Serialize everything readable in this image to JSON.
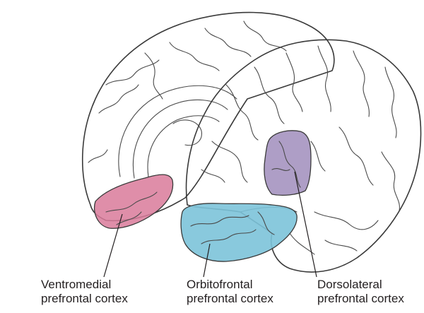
{
  "regions": [
    {
      "id": "ventromedial",
      "line1": "Ventromedial",
      "line2": "prefrontal cortex",
      "color": "#d97a9a"
    },
    {
      "id": "orbitofrontal",
      "line1": "Orbitofrontal",
      "line2": "prefrontal cortex",
      "color": "#7cc3d9"
    },
    {
      "id": "dorsolateral",
      "line1": "Dorsolateral",
      "line2": "prefrontal cortex",
      "color": "#9a86b8"
    }
  ],
  "colors": {
    "brain_fill": "#f7e2c6",
    "brain_outline": "#3a3a3a",
    "text": "#231f20"
  }
}
